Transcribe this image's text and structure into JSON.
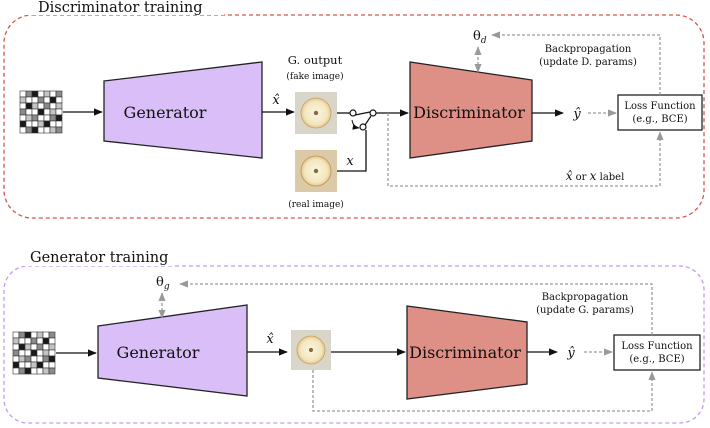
{
  "panels": {
    "disc": {
      "title": "Discriminator training",
      "border_color": "#d9534f",
      "generator_label": "Generator",
      "discriminator_label": "Discriminator",
      "g_output_title": "G. output",
      "g_output_sub": "(fake image)",
      "real_image_label": "(real image)",
      "xhat": "x̂",
      "x": "x",
      "theta": "θ",
      "theta_sub": "d",
      "yhat": "ŷ",
      "backprop_line1": "Backpropagation",
      "backprop_line2": "(update D. params)",
      "loss_line1": "Loss Function",
      "loss_line2": "(e.g., BCE)",
      "label_xhat": "x̂",
      "label_or": " or ",
      "label_x": "x",
      "label_tail": " label"
    },
    "gen": {
      "title": "Generator training",
      "border_color": "#c39bee",
      "generator_label": "Generator",
      "discriminator_label": "Discriminator",
      "xhat": "x̂",
      "theta": "θ",
      "theta_sub": "g",
      "yhat": "ŷ",
      "backprop_line1": "Backpropagation",
      "backprop_line2": "(update G. params)",
      "loss_line1": "Loss Function",
      "loss_line2": "(e.g., BCE)"
    }
  },
  "colors": {
    "generator_fill": "#d9bef7",
    "discriminator_fill": "#de8f86",
    "dashed_arrow": "#9a9a9a",
    "apple_bg": "#d9d5c8"
  },
  "icons": [
    "noise-grid-icon",
    "apple-image-icon",
    "switch-icon"
  ]
}
